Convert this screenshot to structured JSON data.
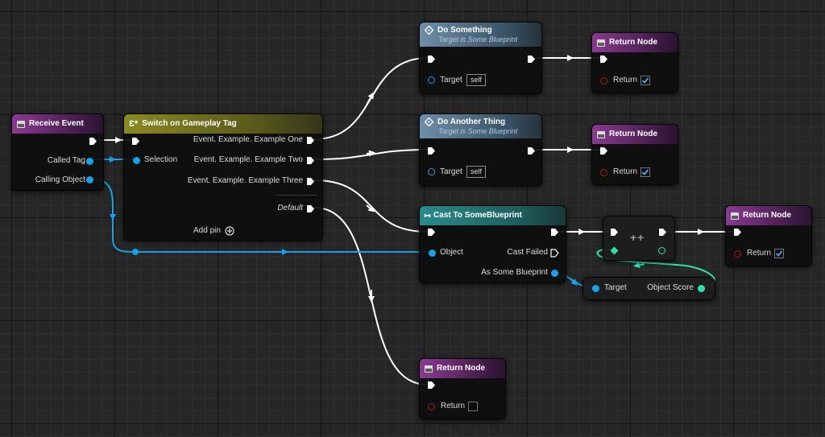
{
  "nodes": {
    "receive_event": {
      "title": "Receive Event",
      "pins": {
        "called_tag": "Called Tag",
        "calling_object": "Calling Object"
      }
    },
    "switch_tag": {
      "title": "Switch on Gameplay Tag",
      "pins": {
        "selection": "Selection",
        "case1": "Event. Example. Example One",
        "case2": "Event. Example. Example Two",
        "case3": "Event. Example. Example Three",
        "default": "Default",
        "add_pin": "Add pin"
      }
    },
    "do_something": {
      "title": "Do Something",
      "subtitle": "Target is Some Blueprint",
      "target_label": "Target",
      "target_value": "self"
    },
    "do_another_thing": {
      "title": "Do Another Thing",
      "subtitle": "Target is Some Blueprint",
      "target_label": "Target",
      "target_value": "self"
    },
    "return_1": {
      "title": "Return Node",
      "return_label": "Return",
      "checked": true
    },
    "return_2": {
      "title": "Return Node",
      "return_label": "Return",
      "checked": true
    },
    "cast": {
      "title": "Cast To SomeBlueprint",
      "object_label": "Object",
      "cast_failed": "Cast Failed",
      "as_label": "As Some Blueprint"
    },
    "increment": {
      "symbol": "++"
    },
    "get_score": {
      "target_label": "Target",
      "score_label": "Object Score"
    },
    "return_3": {
      "title": "Return Node",
      "return_label": "Return",
      "checked": true
    },
    "return_4": {
      "title": "Return Node",
      "return_label": "Return",
      "checked": false
    }
  },
  "colors": {
    "exec": "#ffffff",
    "object_pin": "#1aa0e8",
    "int_pin": "#2de3b0",
    "bool_pin": "#b21818",
    "check": "#4aa8ff"
  }
}
